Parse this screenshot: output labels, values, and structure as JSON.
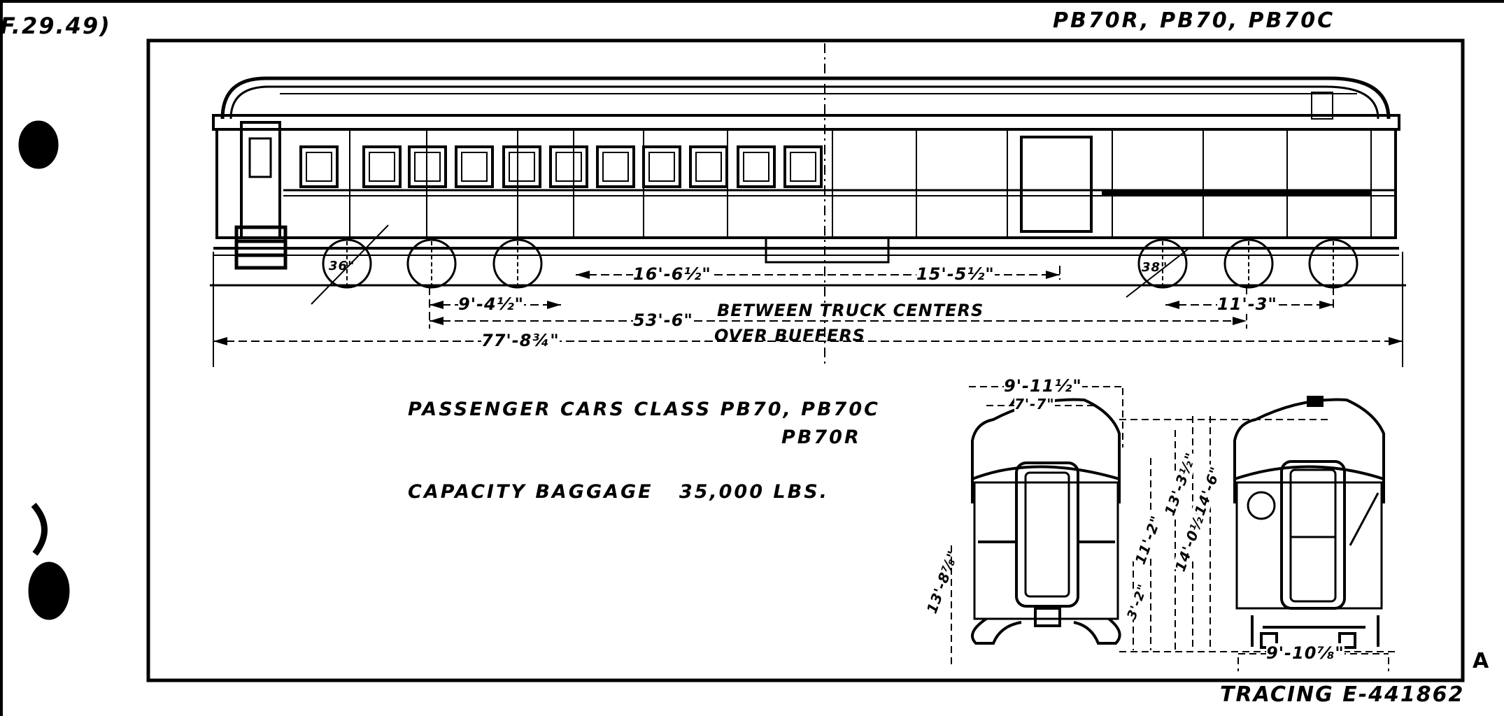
{
  "header": {
    "sheet_ref": "F.29.49)",
    "classes": "PB70R, PB70, PB70C"
  },
  "side_view": {
    "dimensions": {
      "wheel_diameter_front": "36\"",
      "wheel_diameter_rear": "38\"",
      "left_to_center": "16'-6½\"",
      "center_to_right": "15'-5½\"",
      "front_truck_wheelbase": "9'-4½\"",
      "rear_truck_wheelbase": "11'-3\"",
      "truck_centers": "53'-6\"",
      "truck_centers_label": "BETWEEN TRUCK CENTERS",
      "over_buffers": "77'-8¾\"",
      "over_buffers_label": "OVER BUFFERS"
    }
  },
  "notes": {
    "line1": "PASSENGER CARS CLASS PB70, PB70C",
    "line2": "PB70R",
    "capacity": "CAPACITY BAGGAGE   35,000 LBS."
  },
  "end_views": {
    "width_overall": "9'-11½\"",
    "width_roof": "7'-7\"",
    "height_left": "13'-8⅞\"",
    "height_floor": "11'-2\"",
    "height_roof": "13'-3½\"",
    "height_top": "14'-0½\"",
    "height_overall": "14'-6\"",
    "height_base": "3'-2\"",
    "width_bottom": "9'-10⅞\""
  },
  "footer": {
    "revision": "A",
    "tracing": "TRACING E-441862"
  },
  "colors": {
    "ink": "#000000",
    "paper": "#ffffff"
  }
}
